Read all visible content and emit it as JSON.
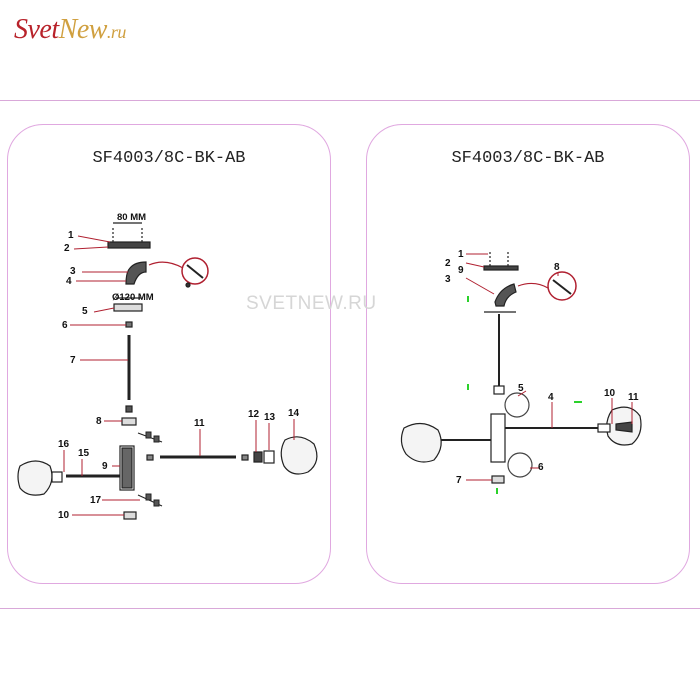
{
  "logo": {
    "brand": "Svet",
    "brand2": "New",
    "tld": ".ru"
  },
  "watermark": "SVETNEW.RU",
  "left_panel": {
    "title": "SF4003/8C-BK-AB",
    "dim_top": "80 MM",
    "dim_canopy": "Ø120 MM",
    "labels": [
      "1",
      "2",
      "3",
      "4",
      "5",
      "6",
      "7",
      "8",
      "9",
      "10",
      "11",
      "12",
      "13",
      "14",
      "15",
      "16",
      "17"
    ]
  },
  "right_panel": {
    "title": "SF4003/8C-BK-AB",
    "labels": [
      "1",
      "2",
      "9",
      "3",
      "8",
      "5",
      "4",
      "10",
      "11",
      "6",
      "7"
    ]
  },
  "colors": {
    "accent_border": "#e0a8e0",
    "leader": "#b02030",
    "logo_red": "#b8222a",
    "logo_gold": "#d0a040",
    "mark_green": "#2bd12b"
  }
}
